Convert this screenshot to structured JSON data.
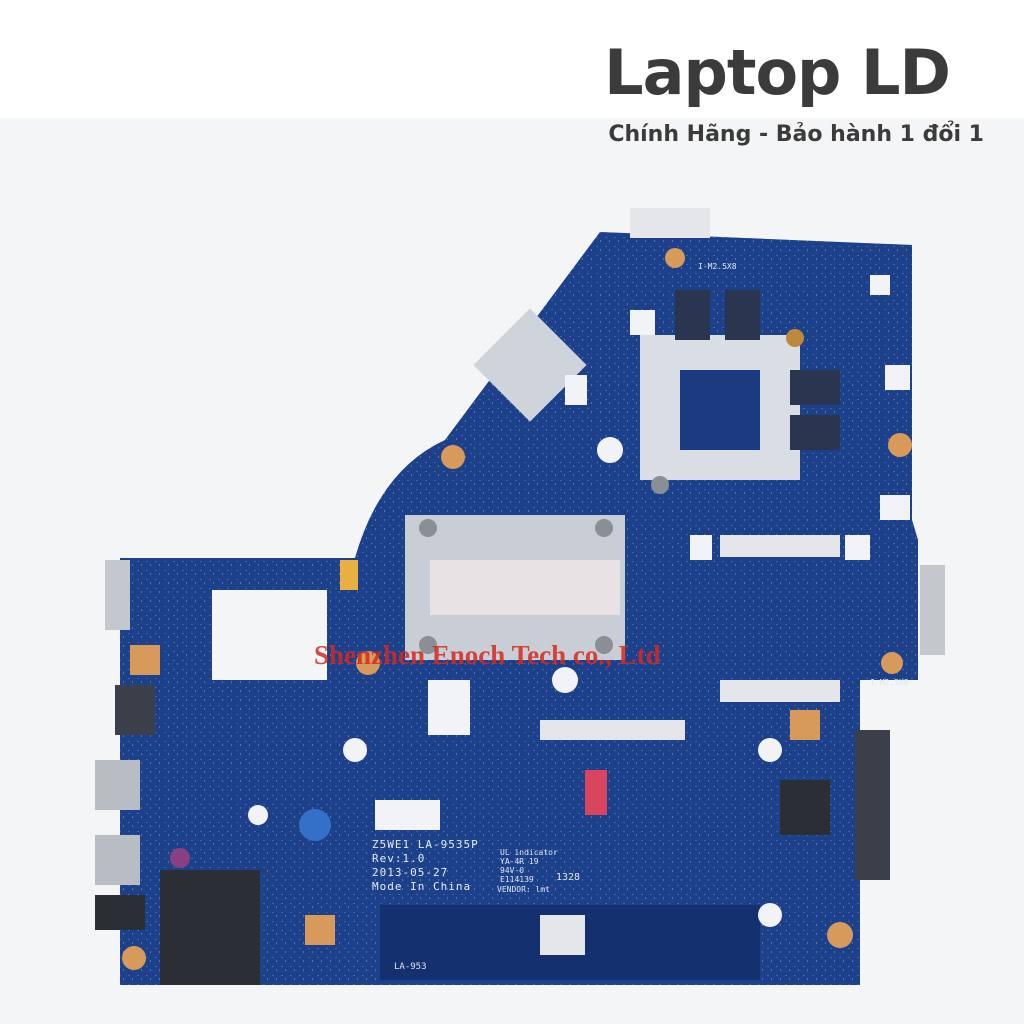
{
  "banner": {
    "brand": "Laptop LD",
    "tagline": "Chính Hãng - Bảo hành 1 đổi 1"
  },
  "board": {
    "model": "Z5WE1 LA-9535P",
    "revision": "Rev:1.0",
    "date": "2013-05-27",
    "origin": "Mode In China",
    "ul_label": "UL indicator",
    "ul_lines": [
      "YA-4R 19",
      "94V-0",
      "E114139"
    ],
    "vendor_label": "VENDOR:",
    "vendor": "lmt",
    "code": "1328",
    "slot_label": "LA-953",
    "screw_label": "I-M2.5X8",
    "screw_label_2": "I-M2.5X8"
  },
  "watermark": "Shenzhen Enoch Tech co., Ltd",
  "colors": {
    "pcb": "#1d3f8a",
    "pcb_dark": "#15306e",
    "watermark": "#d42a1e",
    "brand_text": "#3b3b3b"
  }
}
